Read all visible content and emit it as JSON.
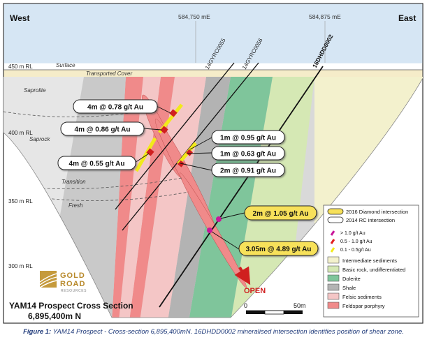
{
  "header": {
    "west": "West",
    "east": "East",
    "easting_1": "584,750 mE",
    "easting_2": "584,875 mE"
  },
  "rl_labels": [
    "450 m RL",
    "400 m RL",
    "350 m RL",
    "300 m RL"
  ],
  "surface_labels": {
    "surface": "Surface",
    "transported_cover": "Transported Cover"
  },
  "weathering_labels": [
    "Saprolite",
    "Saprock",
    "Transition",
    "Fresh"
  ],
  "hole_labels": [
    "14GYRC0055",
    "14GYRC0056",
    "16DHDD0002"
  ],
  "intersections": [
    {
      "text": "4m @ 0.78 g/t Au",
      "style": "rc"
    },
    {
      "text": "4m @ 0.86 g/t Au",
      "style": "rc"
    },
    {
      "text": "4m @ 0.55 g/t Au",
      "style": "rc"
    },
    {
      "text": "1m @ 0.95 g/t Au",
      "style": "rc"
    },
    {
      "text": "1m @ 0.63 g/t Au",
      "style": "rc"
    },
    {
      "text": "2m @ 0.91 g/t Au",
      "style": "rc"
    },
    {
      "text": "2m @ 1.05 g/t Au",
      "style": "diamond"
    },
    {
      "text": "3.05m @ 4.89 g/t Au",
      "style": "diamond"
    }
  ],
  "open_label": "OPEN",
  "legend": {
    "diamond": "2016 Diamond intersection",
    "rc": "2014 RC intersection",
    "grades": [
      {
        "text": "> 1.0 g/t Au",
        "color": "#c8179a"
      },
      {
        "text": "0.5 - 1.0 g/t Au",
        "color": "#e21f1f"
      },
      {
        "text": "0.1 - 0.5g/t Au",
        "color": "#f2ea1b"
      }
    ],
    "units": [
      {
        "text": "Intermediate sediments",
        "color": "#f3f1cd"
      },
      {
        "text": "Basic rock, undifferentiated",
        "color": "#d5e8b4"
      },
      {
        "text": "Dolerite",
        "color": "#7fc59b"
      },
      {
        "text": "Shale",
        "color": "#b3b3b3"
      },
      {
        "text": "Felsic sediments",
        "color": "#f4c6c6"
      },
      {
        "text": "Feldspar porphyry",
        "color": "#f08a8a"
      }
    ]
  },
  "scale": {
    "start": "0",
    "end": "50m"
  },
  "logo": {
    "line1": "GOLD",
    "line2": "ROAD",
    "line3": "RESOURCES"
  },
  "title": {
    "line1": "YAM14 Prospect  Cross Section",
    "line2": "6,895,400m N"
  },
  "caption": {
    "prefix": "Figure 1:",
    "text": "YAM14 Prospect - Cross-section 6,895,400mN. 16DHDD0002 mineralised intersection identifies position of shear zone."
  },
  "colors": {
    "header_bg": "#d6e6f4",
    "cover": "#f5ecc9",
    "frame": "#2e2e2e",
    "red": "#d01f1f",
    "callout_border": "#222222"
  }
}
